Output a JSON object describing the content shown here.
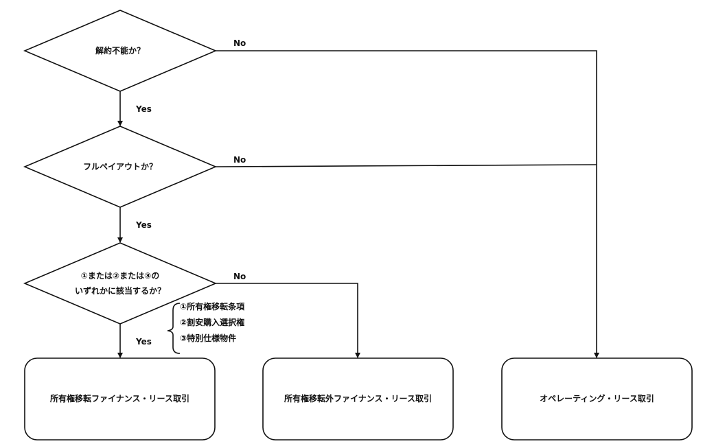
{
  "decisions": [
    {
      "text_lines": [
        "解約不能か？"
      ]
    },
    {
      "text_lines": [
        "フルペイアウトか？"
      ]
    },
    {
      "text_lines": [
        "①または②または③の",
        "いずれかに該当するか？"
      ]
    }
  ],
  "edge_labels": {
    "no": "No",
    "yes": "Yes"
  },
  "conditions": [
    "①所有権移転条項",
    "②割安購入選択権",
    "③特別仕様物件"
  ],
  "outcomes": [
    "所有権移転ファイナンス・リース取引",
    "所有権移転外ファイナンス・リース取引",
    "オペレーティング・リース取引"
  ]
}
